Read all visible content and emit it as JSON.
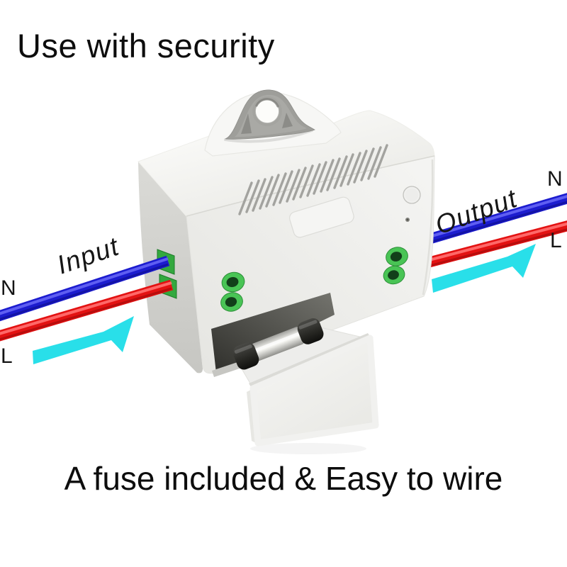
{
  "image": {
    "background": "#ffffff",
    "subject": "wireless-relay-switch-module-render"
  },
  "titles": {
    "top": "Use with security",
    "bottom": "A fuse included & Easy to wire"
  },
  "wiring": {
    "input": {
      "label": "Input",
      "neutral": "N",
      "live": "L"
    },
    "output": {
      "label": "Output",
      "neutral": "N",
      "live": "L"
    }
  },
  "device_parts": {
    "mount": "mounting-tab",
    "vents": "heat-vents",
    "button": "pairing-button",
    "led": "status-led",
    "terminals": "green-terminal-ports",
    "fuse": "glass-fuse",
    "drawer": "fuse-drawer"
  },
  "colors": {
    "wire_blue": "#1c1ccf",
    "wire_red": "#e31212",
    "arrow_cyan": "#29dfe9",
    "terminal_green": "#49c455",
    "terminal_hole": "#123f1a",
    "connector_green": "#33a83f",
    "tab_gray": "#9e9e9a"
  }
}
